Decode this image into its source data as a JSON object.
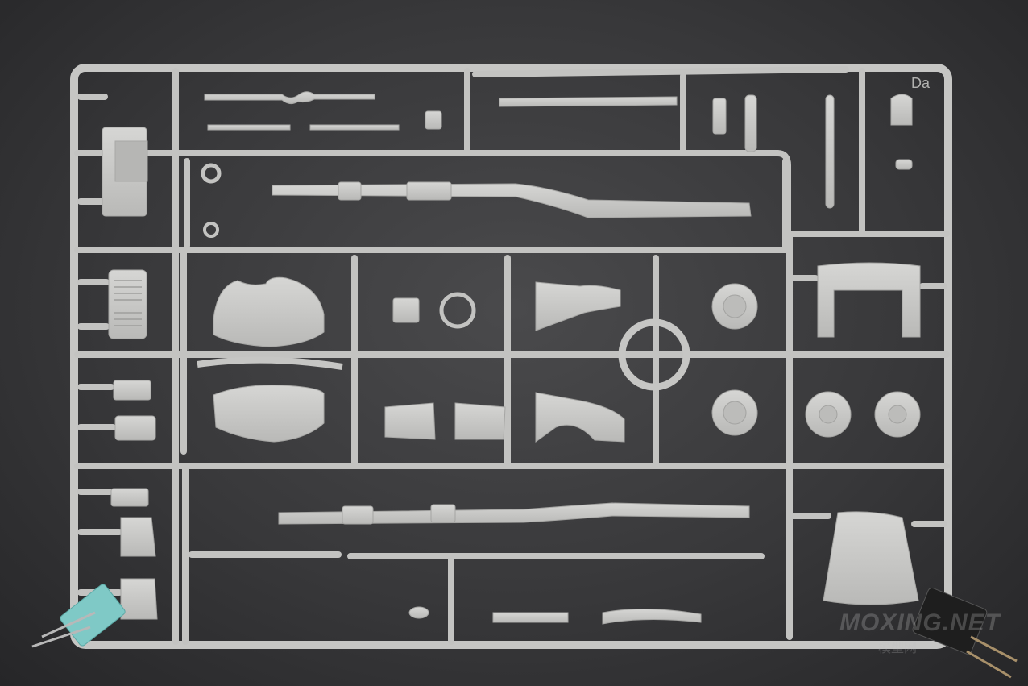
{
  "photo": {
    "subject": "plastic model kit sprue",
    "background_color": "#3a3a3c",
    "plastic_color": "#c9c9c7",
    "sprue_letter": "Da",
    "watermark": {
      "text": "MOXING.NET",
      "sub": "模型网"
    }
  }
}
